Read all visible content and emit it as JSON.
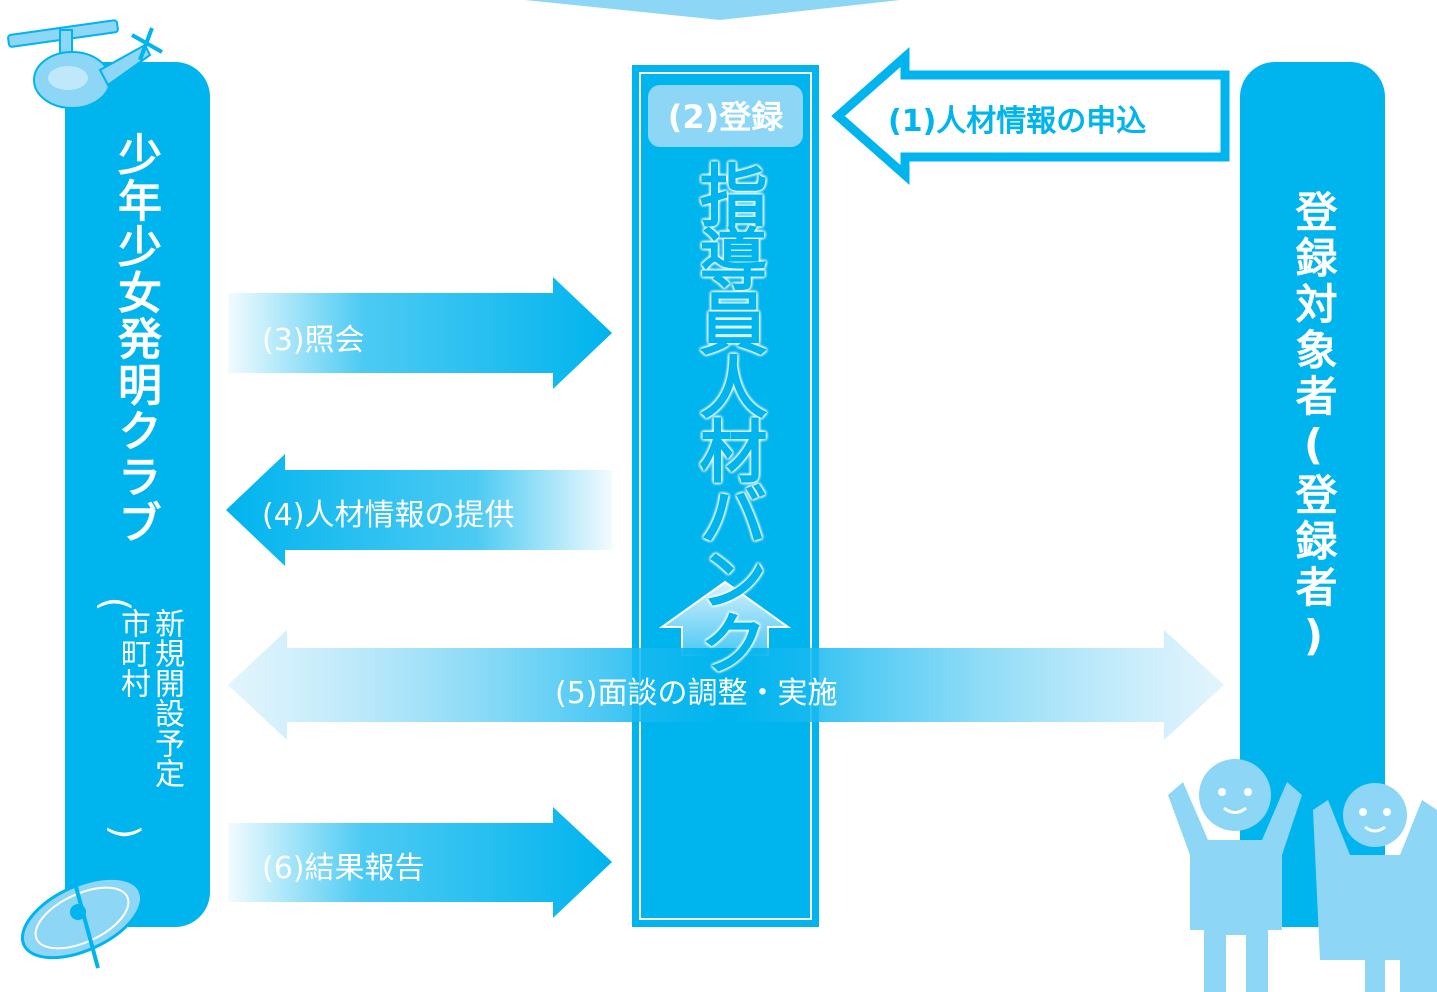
{
  "colors": {
    "primary": "#00b4ee",
    "light": "#8dd6f6",
    "white": "#ffffff"
  },
  "left_column": {
    "title": "少年少女発明クラブ",
    "sub_line1": "新規開設予定",
    "sub_line2": "市町村",
    "paren_open": "(",
    "paren_close": ")"
  },
  "center_column": {
    "step_label": "(2)登録",
    "title": "指導員人材バンク"
  },
  "right_column": {
    "title": "登録対象者(登録者)"
  },
  "arrows": {
    "step1": "(1)人材情報の申込",
    "step3": "(3)照会",
    "step4": "(4)人材情報の提供",
    "step5": "(5)面談の調整・実施",
    "step6": "(6)結果報告"
  },
  "icons": [
    "helicopter-icon",
    "bamboo-copter-icon",
    "people-icon"
  ]
}
